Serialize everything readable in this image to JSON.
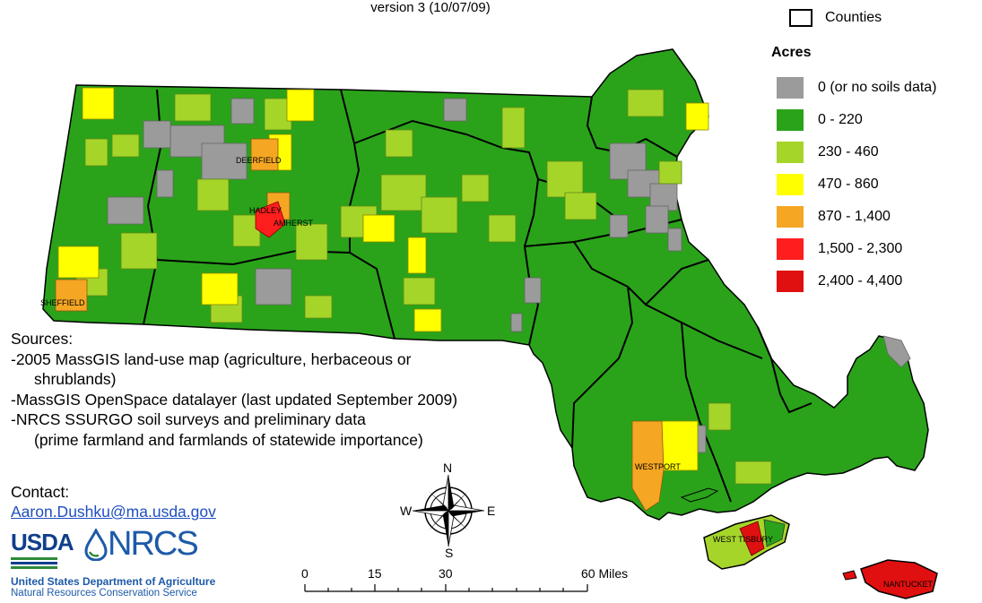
{
  "subtitle": "version 3 (10/07/09)",
  "legend": {
    "counties_label": "Counties",
    "title": "Acres",
    "items": [
      {
        "label": "0 (or no soils data)",
        "color": "#9b9b9b"
      },
      {
        "label": "0 - 220",
        "color": "#2aa31a"
      },
      {
        "label": "230 - 460",
        "color": "#a6d52a"
      },
      {
        "label": "470 - 860",
        "color": "#ffff00"
      },
      {
        "label": "870 - 1,400",
        "color": "#f5a623"
      },
      {
        "label": "1,500 - 2,300",
        "color": "#ff1e1e"
      },
      {
        "label": "2,400 - 4,400",
        "color": "#e01010"
      }
    ]
  },
  "towns": {
    "deerfield": "DEERFIELD",
    "hadley": "HADLEY",
    "amherst": "AMHERST",
    "sheffield": "SHEFFIELD",
    "westport": "WESTPORT",
    "west_tisbury": "WEST TISBURY",
    "nantucket": "NANTUCKET"
  },
  "sources": {
    "heading": "Sources:",
    "line1": "-2005 MassGIS land-use map (agriculture, herbaceous or",
    "line1b": "shrublands)",
    "line2": "-MassGIS OpenSpace datalayer (last updated September 2009)",
    "line3": "-NRCS SSURGO soil surveys and preliminary data",
    "line3b": "(prime farmland and farmlands of statewide importance)"
  },
  "contact": {
    "label": "Contact:",
    "email": "Aaron.Dushku@ma.usda.gov"
  },
  "logo": {
    "usda": "USDA",
    "nrcs": "NRCS",
    "dept": "United States Department of Agriculture",
    "service": "Natural Resources Conservation Service"
  },
  "compass": {
    "n": "N",
    "s": "S",
    "e": "E",
    "w": "W"
  },
  "scale": {
    "ticks": [
      "0",
      "15",
      "30",
      "60 Miles"
    ]
  },
  "colors": {
    "gray": "#9b9b9b",
    "green": "#2aa31a",
    "lightgreen": "#a6d52a",
    "yellow": "#ffff00",
    "orange": "#f5a623",
    "red": "#ff1e1e"
  }
}
